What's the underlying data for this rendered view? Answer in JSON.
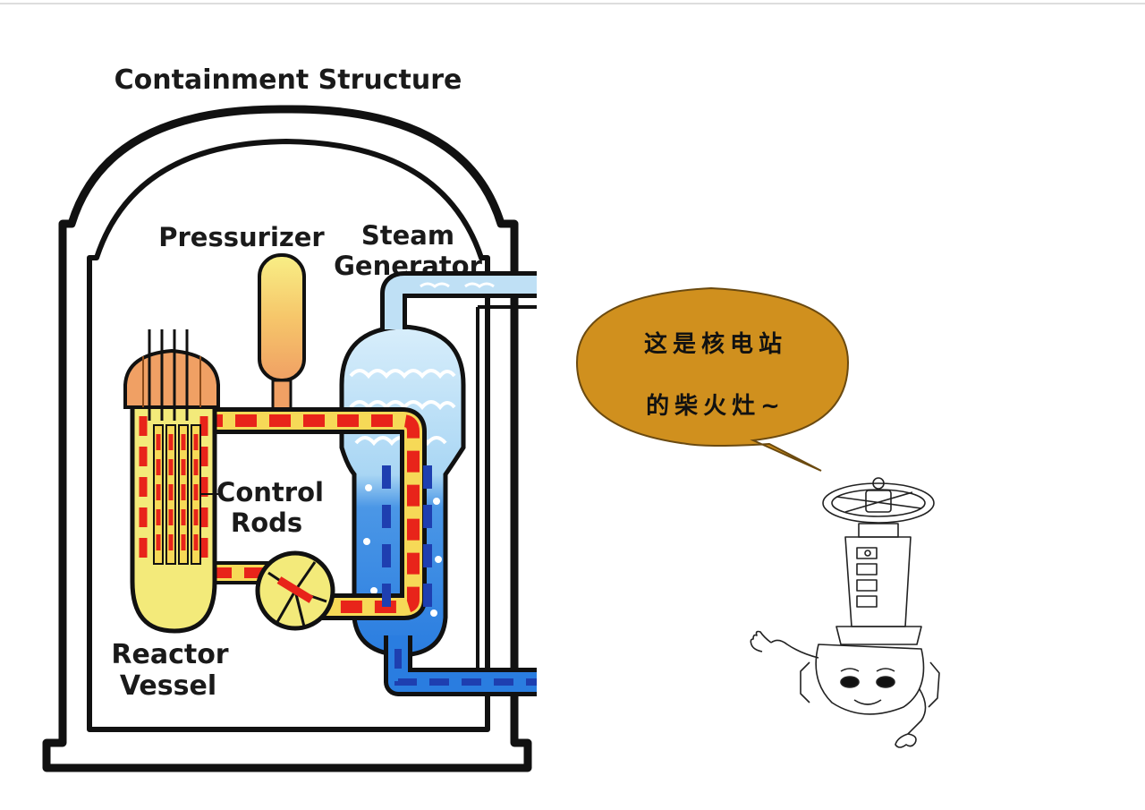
{
  "diagram": {
    "labels": {
      "containment": "Containment Structure",
      "pressurizer": "Pressurizer",
      "steam_line1": "Steam",
      "steam_line2": "Generator",
      "control_line1": "Control",
      "control_line2": "Rods",
      "reactor_line1": "Reactor",
      "reactor_line2": "Vessel"
    },
    "colors": {
      "hot_loop": "#e8241a",
      "hot_loop_light": "#f6d957",
      "cold_water": "#2a7de0",
      "steam": "#bfe0f5",
      "vessel": "#f3ea7a",
      "dome_head": "#f0a064",
      "bubble": "#d0901e"
    }
  },
  "speech_bubble": {
    "line1": "这是核电站",
    "line2": "的柴火灶~"
  },
  "mascot": {
    "icon": "valve-character-icon"
  }
}
